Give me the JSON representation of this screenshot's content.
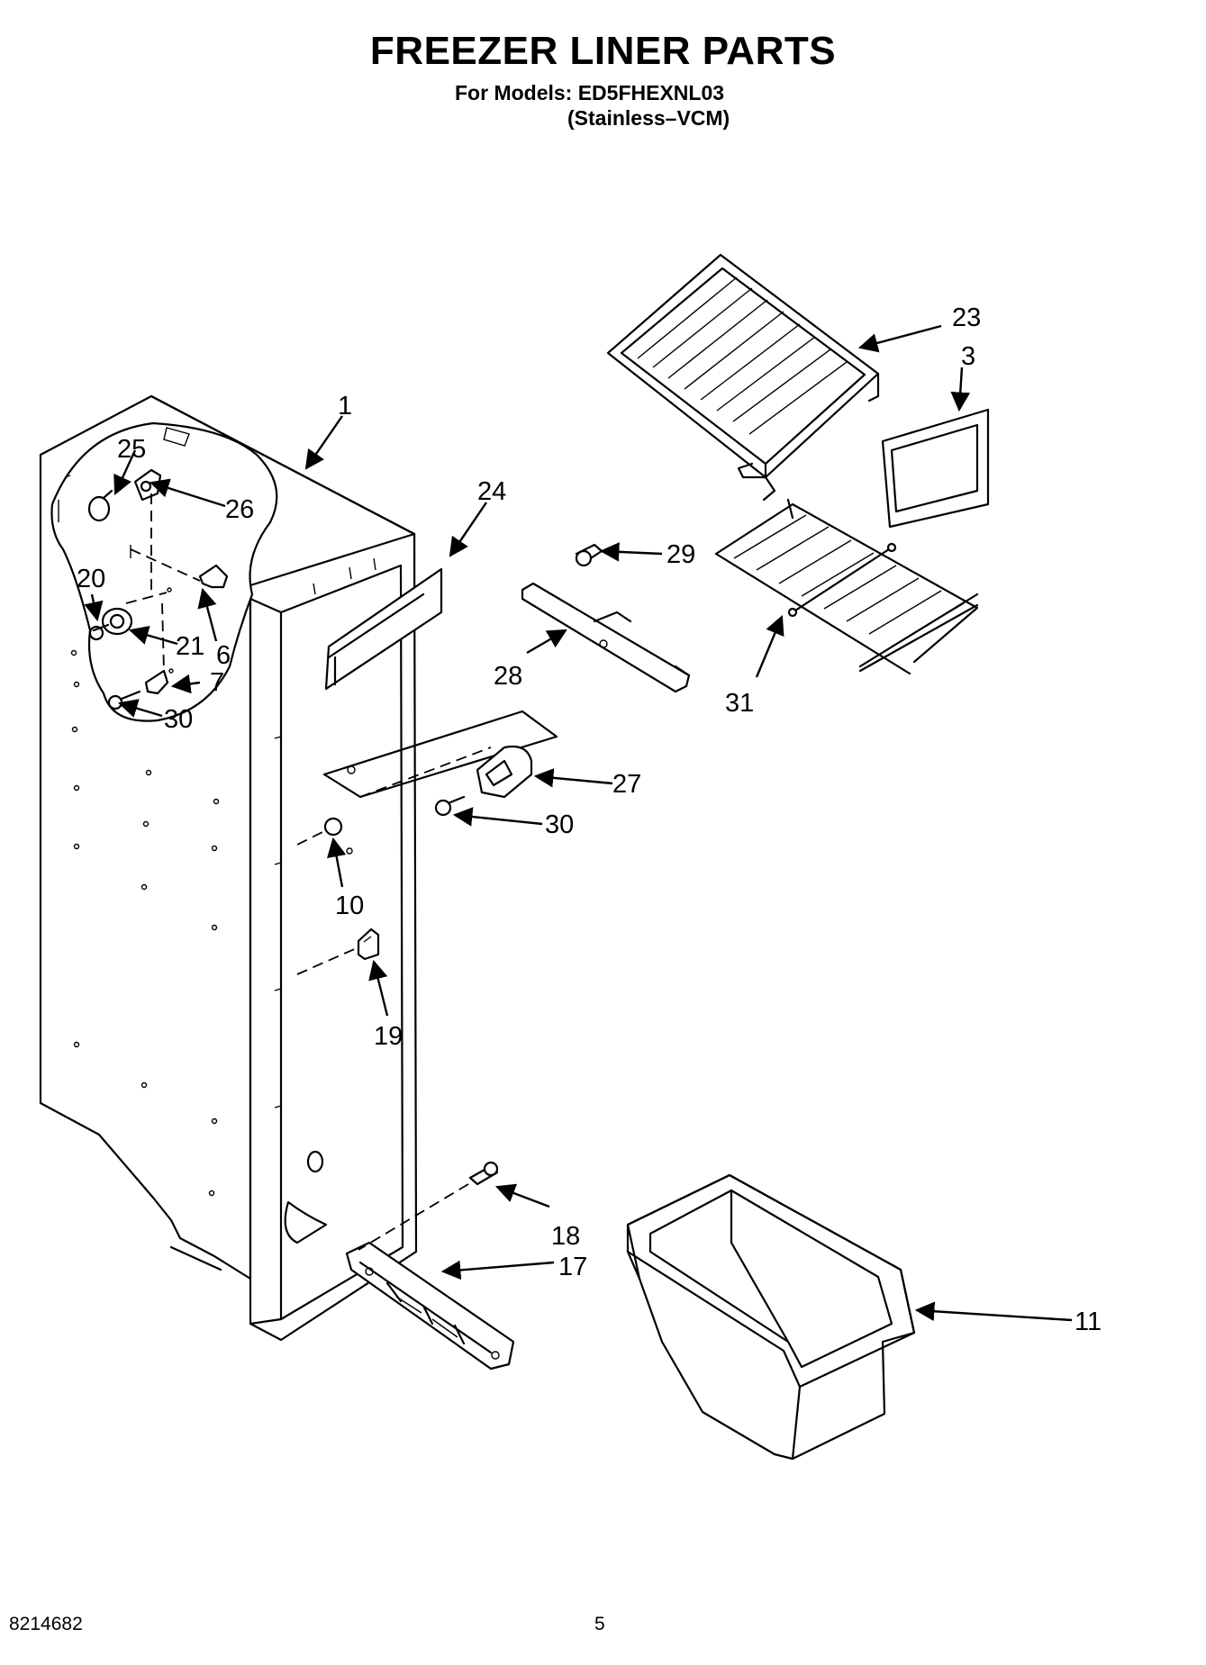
{
  "header": {
    "title": "FREEZER LINER PARTS",
    "models_line": "For Models: ED5FHEXNL03",
    "variant_line": "(Stainless–VCM)"
  },
  "footer": {
    "doc_number": "8214682",
    "page_number": "5"
  },
  "callouts": [
    "1",
    "3",
    "6",
    "7",
    "10",
    "11",
    "17",
    "18",
    "19",
    "20",
    "21",
    "23",
    "24",
    "25",
    "26",
    "27",
    "28",
    "29",
    "30",
    "30",
    "31"
  ]
}
